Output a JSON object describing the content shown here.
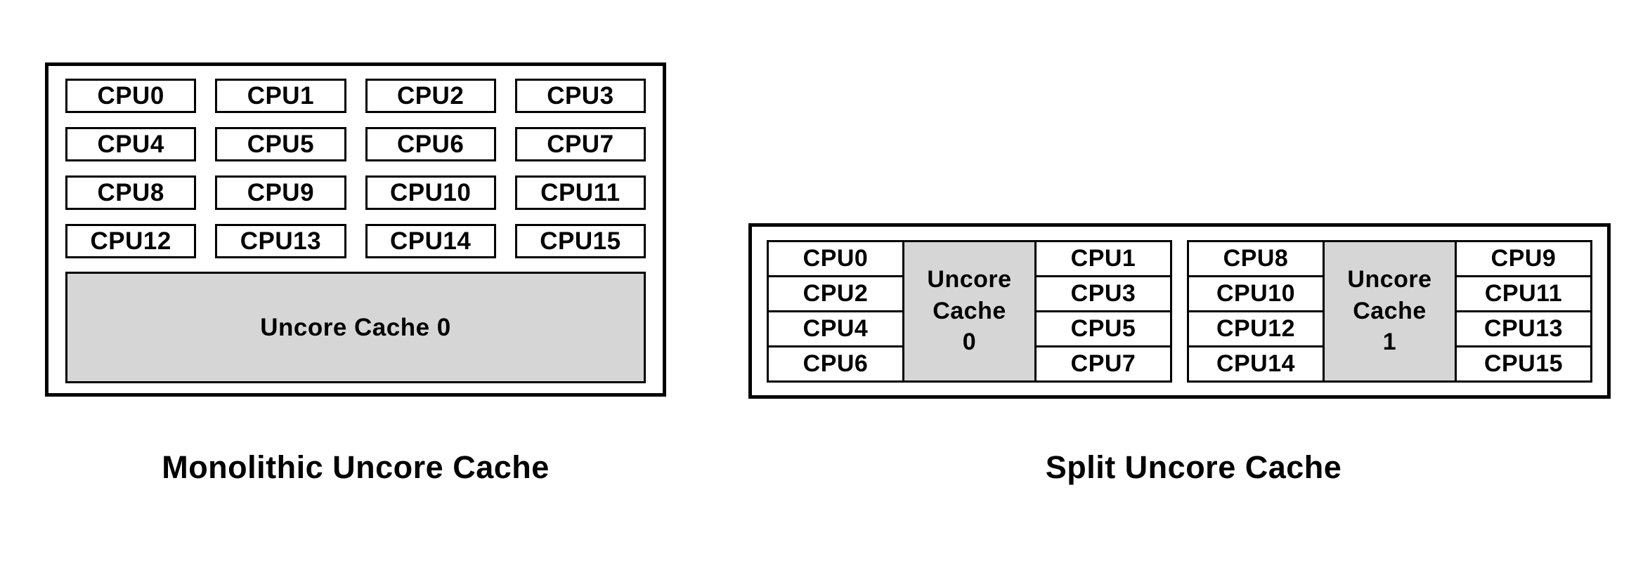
{
  "monolithic": {
    "caption": "Monolithic Uncore Cache",
    "cpus": [
      "CPU0",
      "CPU1",
      "CPU2",
      "CPU3",
      "CPU4",
      "CPU5",
      "CPU6",
      "CPU7",
      "CPU8",
      "CPU9",
      "CPU10",
      "CPU11",
      "CPU12",
      "CPU13",
      "CPU14",
      "CPU15"
    ],
    "cache_label": "Uncore Cache 0"
  },
  "split": {
    "caption": "Split Uncore Cache",
    "clusters": [
      {
        "left_cpus": [
          "CPU0",
          "CPU2",
          "CPU4",
          "CPU6"
        ],
        "right_cpus": [
          "CPU1",
          "CPU3",
          "CPU5",
          "CPU7"
        ],
        "cache_lines": [
          "Uncore",
          "Cache",
          "0"
        ]
      },
      {
        "left_cpus": [
          "CPU8",
          "CPU10",
          "CPU12",
          "CPU14"
        ],
        "right_cpus": [
          "CPU9",
          "CPU11",
          "CPU13",
          "CPU15"
        ],
        "cache_lines": [
          "Uncore",
          "Cache",
          "1"
        ]
      }
    ]
  },
  "colors": {
    "canvas": "#ffffff",
    "border": "#000000",
    "text": "#000000",
    "cache_fill": "#d6d6d6"
  }
}
